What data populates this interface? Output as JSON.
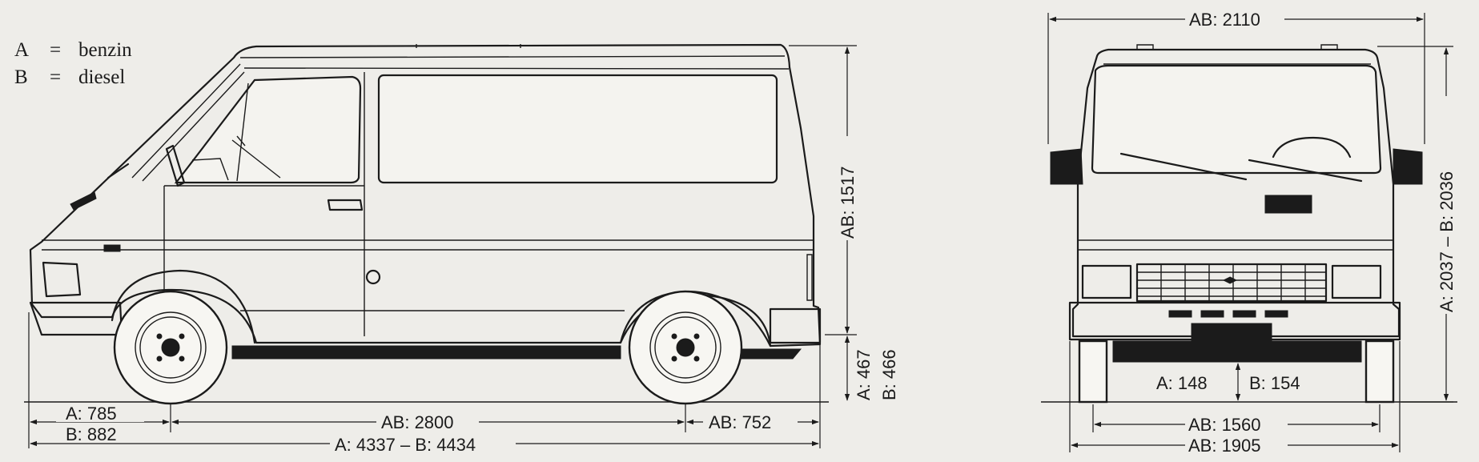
{
  "legend": {
    "a_key": "A",
    "a_eq": "=",
    "a_value": "benzin",
    "b_key": "B",
    "b_eq": "=",
    "b_value": "diesel"
  },
  "side_view": {
    "front_overhang_a": "A: 785",
    "front_overhang_b": "B: 882",
    "wheelbase": "AB: 2800",
    "rear_overhang": "AB: 752",
    "overall_length": "A: 4337 – B: 4434",
    "body_height": "AB: 1517",
    "floor_height_a": "A: 467",
    "floor_height_b": "B: 466"
  },
  "front_view": {
    "mirror_width": "AB: 2110",
    "overall_height": "A: 2037 – B: 2036",
    "ground_clearance_a": "A: 148",
    "ground_clearance_b": "B: 154",
    "track": "AB: 1560",
    "overall_width": "AB: 1905"
  }
}
